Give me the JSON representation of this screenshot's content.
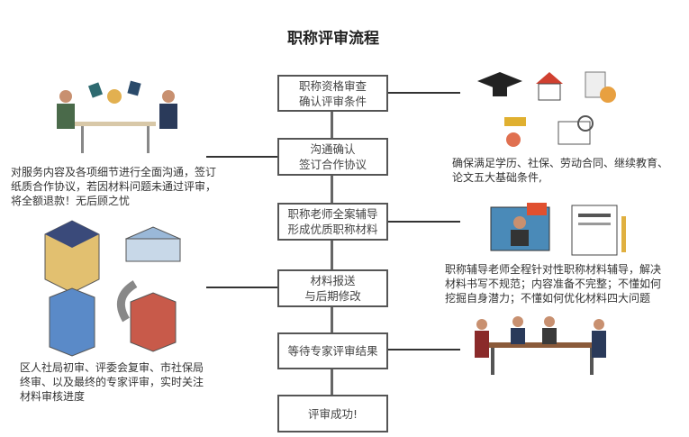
{
  "title": "职称评审流程",
  "steps": [
    {
      "line1": "职称资格审查",
      "line2": "确认评审条件"
    },
    {
      "line1": "沟通确认",
      "line2": "签订合作协议"
    },
    {
      "line1": "职称老师全案辅导",
      "line2": "形成优质职称材料"
    },
    {
      "line1": "材料报送",
      "line2": "与后期修改"
    },
    {
      "line1": "等待专家评审结果"
    },
    {
      "line1": "评审成功!"
    }
  ],
  "descriptions": {
    "right1": [
      "确保满足学历、社保、劳动合同、继续教育、",
      "论文五大基础条件,"
    ],
    "left2": [
      "对服务内容及各项细节进行全面沟通，签订",
      "纸质合作协议，若因材料问题未通过评审，",
      "将全额退款！无后顾之忧"
    ],
    "right3": [
      "职称辅导老师全程针对性职称材料辅导，解决",
      "材料书写不规范；内容准备不完整；不懂如何",
      "挖掘自身潜力；不懂如何优化材料四大问题"
    ],
    "left4": [
      "区人社局初审、评委会复审、市社保局",
      "终审、以及最终的专家评审，实时关注",
      "材料审核进度"
    ]
  }
}
